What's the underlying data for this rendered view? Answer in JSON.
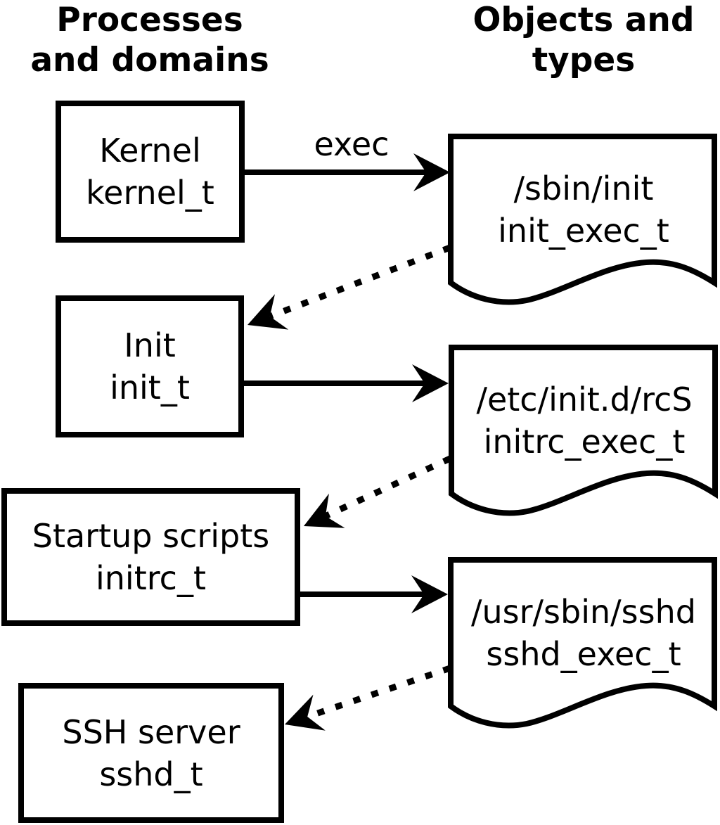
{
  "figure": {
    "background": "#ffffff",
    "ink": "#000000",
    "description_type": "selinux-domain-transition-diagram"
  },
  "headers": {
    "left": {
      "line1": "Processes",
      "line2": "and domains"
    },
    "right": {
      "line1": "Objects and",
      "line2": "types"
    }
  },
  "processes": [
    {
      "name": "Kernel",
      "type": "kernel_t"
    },
    {
      "name": "Init",
      "type": "init_t"
    },
    {
      "name": "Startup scripts",
      "type": "initrc_t"
    },
    {
      "name": "SSH server",
      "type": "sshd_t"
    }
  ],
  "objects": [
    {
      "path": "/sbin/init",
      "type": "init_exec_t"
    },
    {
      "path": "/etc/init.d/rcS",
      "type": "initrc_exec_t"
    },
    {
      "path": "/usr/sbin/sshd",
      "type": "sshd_exec_t"
    }
  ],
  "edges": {
    "exec_label": "exec",
    "solid": [
      {
        "from": "kernel_t",
        "to": "/sbin/init",
        "style": "solid",
        "label": "exec"
      },
      {
        "from": "init_t",
        "to": "/etc/init.d/rcS",
        "style": "solid"
      },
      {
        "from": "initrc_t",
        "to": "/usr/sbin/sshd",
        "style": "solid"
      }
    ],
    "dotted": [
      {
        "from": "/sbin/init",
        "to": "init_t",
        "style": "dotted"
      },
      {
        "from": "/etc/init.d/rcS",
        "to": "initrc_t",
        "style": "dotted"
      },
      {
        "from": "/usr/sbin/sshd",
        "to": "sshd_t",
        "style": "dotted"
      }
    ]
  }
}
